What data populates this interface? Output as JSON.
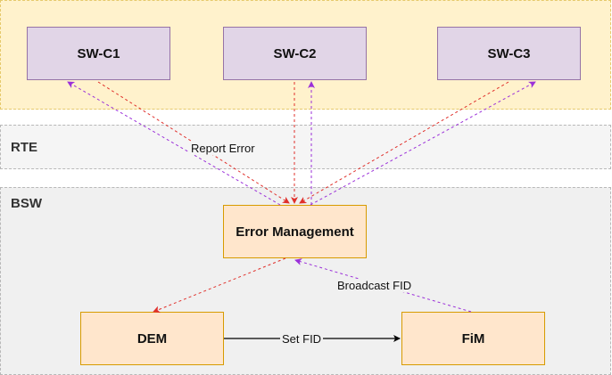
{
  "layers": {
    "app": "",
    "rte": "RTE",
    "bsw": "BSW"
  },
  "components": {
    "swc1": "SW-C1",
    "swc2": "SW-C2",
    "swc3": "SW-C3",
    "error_management": "Error Management",
    "dem": "DEM",
    "fim": "FiM"
  },
  "edges": {
    "report_error": "Report Error",
    "broadcast_fid": "Broadcast FID",
    "set_fid": "Set FID"
  },
  "colors": {
    "report": "#e0302b",
    "broadcast": "#9b30d9",
    "set": "#000000"
  }
}
